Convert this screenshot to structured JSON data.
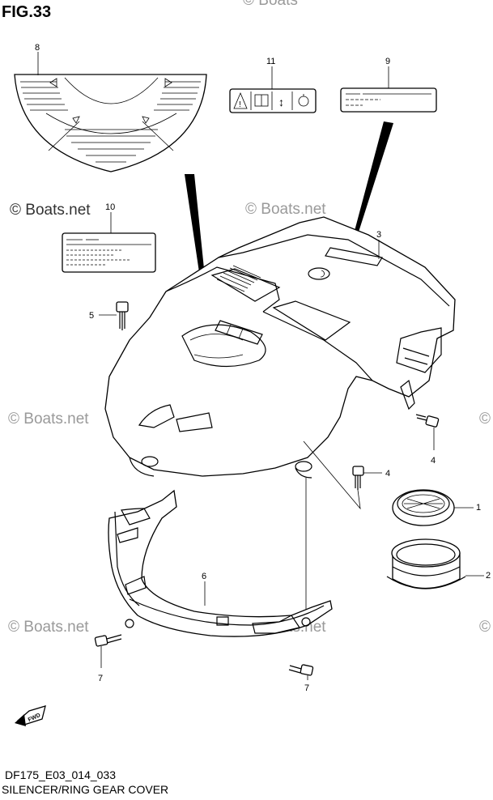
{
  "header": {
    "title": "FIG.33"
  },
  "footer": {
    "code": "DF175_E03_014_033",
    "caption": "SILENCER/RING GEAR COVER"
  },
  "watermark": {
    "text": "© Boats.net",
    "fragment": "© Boats"
  },
  "callouts": {
    "c1": "1",
    "c2": "2",
    "c3": "3",
    "c4a": "4",
    "c4b": "4",
    "c5": "5",
    "c6": "6",
    "c7a": "7",
    "c7b": "7",
    "c8": "8",
    "c9": "9",
    "c10": "10",
    "c11": "11"
  },
  "fwd_label": "FWD"
}
